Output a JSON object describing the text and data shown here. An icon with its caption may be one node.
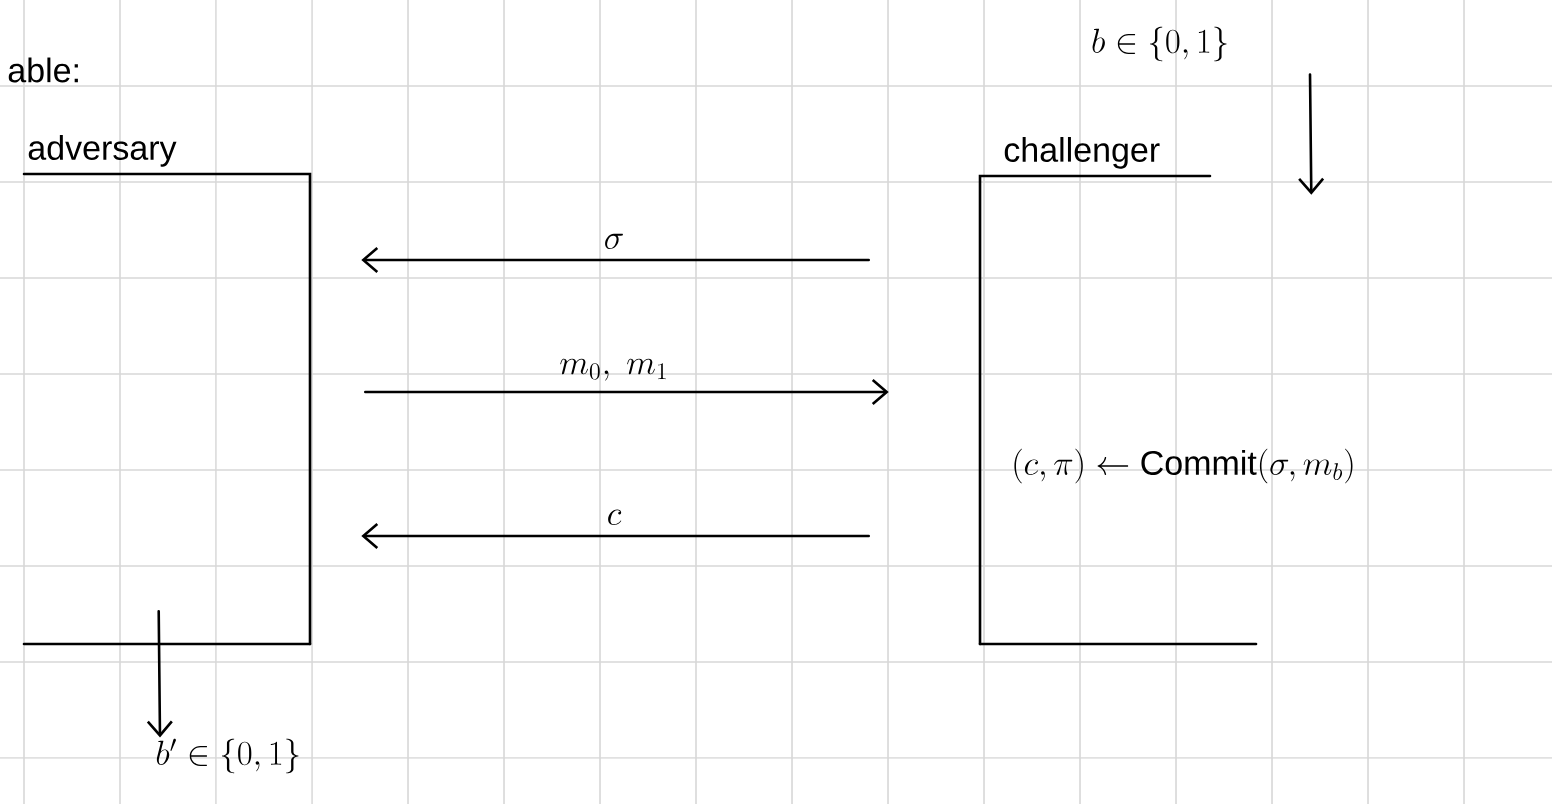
{
  "diagram": {
    "title": "able:",
    "nodes": [
      {
        "text": [
          "adversary"
        ]
      },
      {
        "text": [
          "challenger",
          "(c,\\pi) \\leftarrow \\mathrm{Commit}(\\sigma, m_b)"
        ]
      },
      {
        "text": [
          "b \\in \\{0,1\\}"
        ]
      },
      {
        "text": [
          "b' \\in \\{0,1\\}"
        ]
      }
    ],
    "edges": [
      {
        "from": 1,
        "to": 0,
        "arrow": "to",
        "label": "\\sigma"
      },
      {
        "from": 0,
        "to": 1,
        "arrow": "to",
        "label": "m_0,\\ m_1"
      },
      {
        "from": 1,
        "to": 0,
        "arrow": "to",
        "label": "c"
      },
      {
        "from": 2,
        "to": 1,
        "arrow": "to"
      },
      {
        "from": 0,
        "to": 3,
        "arrow": "to"
      }
    ]
  }
}
